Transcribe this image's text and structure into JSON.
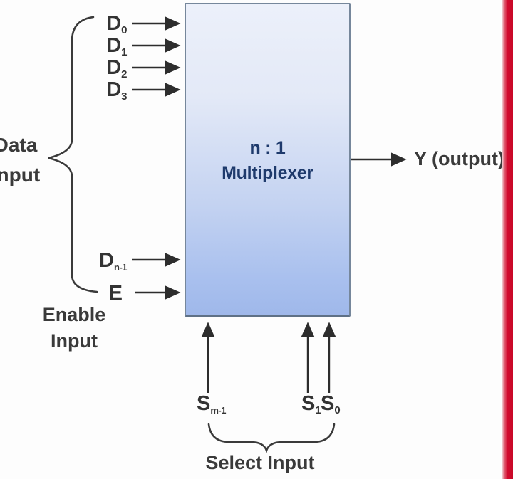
{
  "diagram": {
    "kind": "n-to-1 multiplexer block diagram",
    "box": {
      "title_line1": "n : 1",
      "title_line2": "Multiplexer",
      "fill_top_color": "#ecf0fa",
      "fill_bottom_color": "#9fb8ea",
      "border_color": "#76879b",
      "title_color": "#1e3a6c"
    },
    "data_inputs": [
      {
        "base": "D",
        "sub": "0"
      },
      {
        "base": "D",
        "sub": "1"
      },
      {
        "base": "D",
        "sub": "2"
      },
      {
        "base": "D",
        "sub": "3"
      },
      {
        "base": "D",
        "sub": "n-1"
      }
    ],
    "enable_input": {
      "base": "E"
    },
    "select_inputs": [
      {
        "base": "S",
        "sub": "m-1"
      },
      {
        "base": "S",
        "sub": "1"
      },
      {
        "base": "S",
        "sub": "0"
      }
    ],
    "labels": {
      "data_group_line1": "Data",
      "data_group_line2": "Input",
      "enable_group_line1": "Enable",
      "enable_group_line2": "Input",
      "select_group": "Select Input",
      "output": "Y (output)"
    },
    "colors": {
      "accent_bar": "#d30b2e",
      "line": "#2d2d2d",
      "text": "#3a3a3a",
      "background": "#fdfdfd"
    }
  }
}
